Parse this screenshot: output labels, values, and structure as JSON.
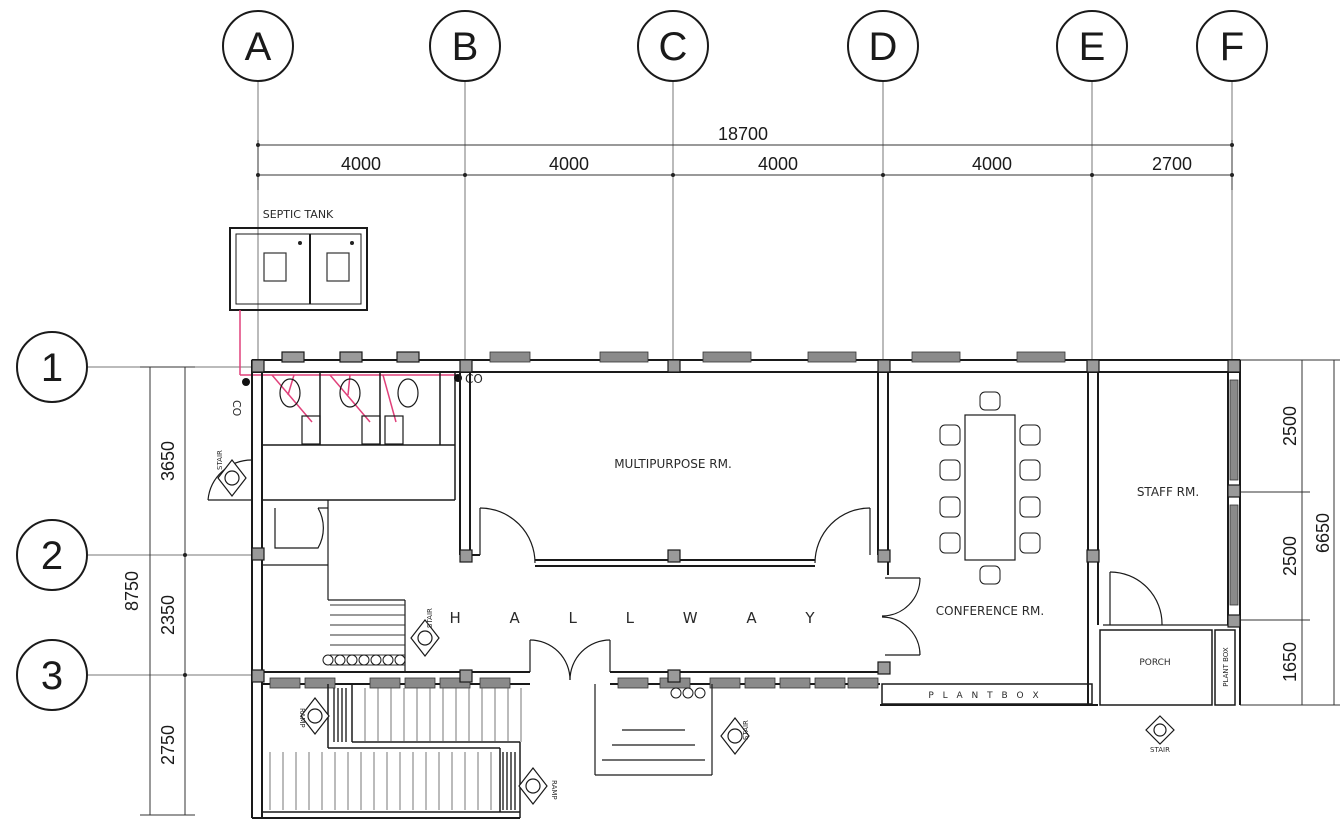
{
  "grid": {
    "columns": [
      "A",
      "B",
      "C",
      "D",
      "E",
      "F"
    ],
    "rows": [
      "1",
      "2",
      "3"
    ]
  },
  "dimensions": {
    "top_total": "18700",
    "top_spans": [
      "4000",
      "4000",
      "4000",
      "4000",
      "2700"
    ],
    "left_total": "8750",
    "left_spans": [
      "3650",
      "2350",
      "2750"
    ],
    "right_total": "6650",
    "right_spans": [
      "2500",
      "2500",
      "1650"
    ]
  },
  "rooms": {
    "septic_tank": "SEPTIC TANK",
    "multipurpose": "MULTIPURPOSE RM.",
    "hallway": "H A L L W A Y",
    "conference": "CONFERENCE RM.",
    "staff": "STAFF RM.",
    "porch": "PORCH",
    "plant_box": "P L A N T    B O X",
    "plant_box_vertical": "PLANT BOX"
  },
  "markers": {
    "stair": "STAIR",
    "ramp": "RAMP",
    "cleanout": "CO"
  },
  "colors": {
    "line": "#1a1a1a",
    "pipe": "#e0407a",
    "window": "#8a8a8a",
    "column": "#9a9a9a"
  }
}
